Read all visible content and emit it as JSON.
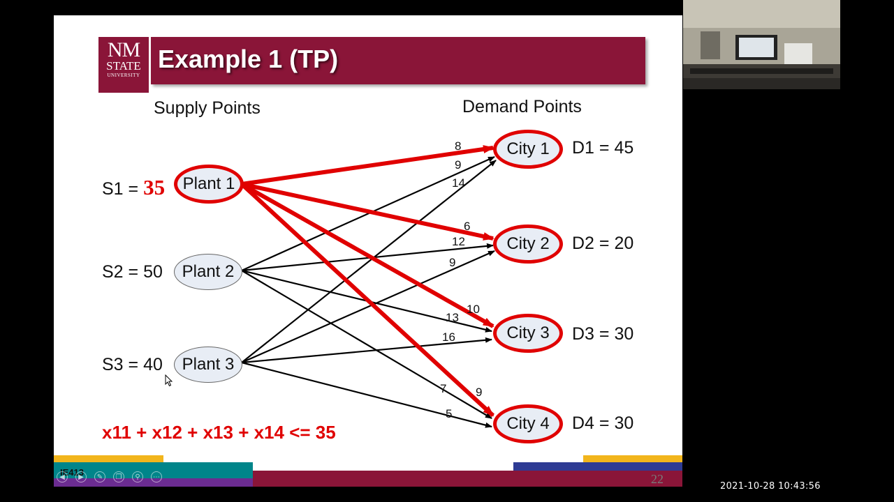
{
  "slide": {
    "title": "Example 1 (TP)",
    "logo": {
      "line1": "NM",
      "line2": "STATE",
      "line3": "UNIVERSITY"
    },
    "supply_header": "Supply Points",
    "demand_header": "Demand Points",
    "supply": [
      {
        "label": "S1 =",
        "value": "35",
        "node": "Plant 1"
      },
      {
        "label": "S2 = 50",
        "node": "Plant 2"
      },
      {
        "label": "S3 = 40",
        "node": "Plant 3"
      }
    ],
    "demand": [
      {
        "node": "City 1",
        "label": "D1 = 45"
      },
      {
        "node": "City 2",
        "label": "D2 = 20"
      },
      {
        "node": "City 3",
        "label": "D3 = 30"
      },
      {
        "node": "City 4",
        "label": "D4 = 30"
      }
    ],
    "costs": {
      "p1c1": "8",
      "p2c1": "9",
      "p3c1": "14",
      "p1c2": "6",
      "p2c2": "12",
      "p3c2": "9",
      "p1c3": "10",
      "p2c3": "13",
      "p3c3": "16",
      "p2c4": "7",
      "p1c4": "9",
      "p3c4": "5"
    },
    "constraint": "x11 + x12 + x13 + x14 <= 35",
    "course": "IE413",
    "page_number": "22"
  },
  "colors": {
    "maroon": "#8a1538",
    "red": "#e00000",
    "gold": "#f2b51c",
    "teal": "#00858a",
    "purple": "#6b2c91",
    "blue": "#2e3b94"
  },
  "player": {
    "timestamp": "2021-10-28  10:43:56"
  },
  "icons": [
    "prev-icon",
    "play-icon",
    "pen-icon",
    "copy-icon",
    "zoom-icon",
    "more-icon",
    "cursor-icon"
  ]
}
